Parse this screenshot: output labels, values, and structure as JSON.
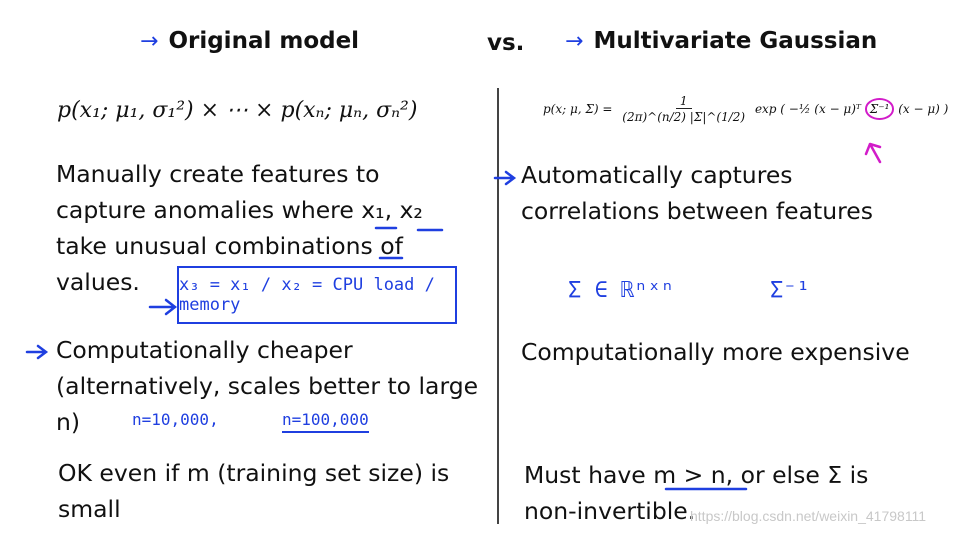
{
  "header": {
    "left_title": "Original model",
    "vs": "vs.",
    "right_title": "Multivariate Gaussian",
    "arrow_glyph": "→"
  },
  "left": {
    "formula": "p(x₁; μ₁, σ₁²) × ⋯ × p(xₙ; μₙ, σₙ²)",
    "point1_lines": [
      "Manually create features to",
      "capture anomalies where x₁, x₂",
      "take unusual combinations of",
      "values."
    ],
    "point2_lines": [
      "Computationally cheaper",
      "(alternatively, scales better to large",
      "n)"
    ],
    "point3_lines": [
      "OK even if m (training set size) is",
      "small"
    ]
  },
  "right": {
    "formula_lhs": "p(x; μ, Σ) =",
    "formula_num": "1",
    "formula_den": "(2π)^(n/2) |Σ|^(1/2)",
    "formula_exp": "exp ( −½ (x − μ)ᵀ",
    "formula_sigma_inv": "Σ⁻¹",
    "formula_tail": "(x − μ) )",
    "point1_lines": [
      "Automatically captures",
      "correlations between features"
    ],
    "point2": "Computationally more expensive",
    "point3_lines": [
      "Must have m > n, or else Σ is",
      "non-invertible."
    ]
  },
  "handwriting": {
    "feature_box": "x₃ = x₁ / x₂ = CPU load / memory",
    "n_small": "n=10,000,",
    "n_large": "n=100,000",
    "sigma_dim": "Σ ∈ ℝⁿˣⁿ",
    "sigma_inv": "Σ⁻¹"
  },
  "watermark": "https://blog.csdn.net/weixin_41798111",
  "colors": {
    "ink_blue": "#1f3fe0",
    "circle_magenta": "#d21cc9"
  }
}
